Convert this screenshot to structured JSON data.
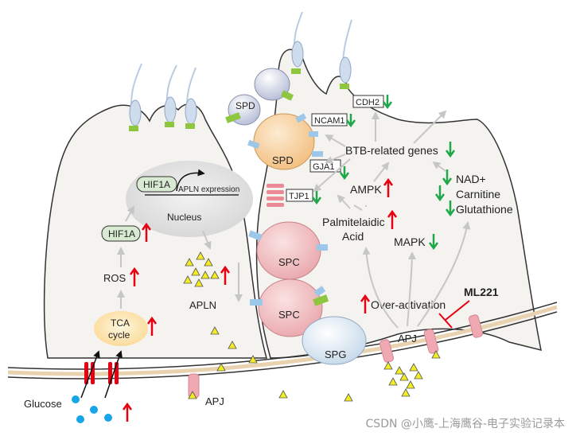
{
  "labels": {
    "spd_top": "SPD",
    "spd_mid": "SPD",
    "spc_top": "SPC",
    "spc_bottom": "SPC",
    "spg": "SPG",
    "ncam1": "NCAM1",
    "cdh2": "CDH2",
    "gja1": "GJA1",
    "tjp1": "TJP1",
    "btb_genes": "BTB-related genes",
    "ampk": "AMPK",
    "palmitelaidic_line1": "Palmitelaidic",
    "palmitelaidic_line2": "Acid",
    "mapk": "MAPK",
    "nad": "NAD+",
    "carnitine": "Carnitine",
    "glutathione": "Glutathione",
    "over_activation": "Over-activation",
    "ml221": "ML221",
    "apj_right": "APJ",
    "apj_bottom": "APJ",
    "hif1a_nucleus": "HIF1A",
    "apln_expression": "APLN expression",
    "nucleus": "Nucleus",
    "hif1a": "HIF1A",
    "ros": "ROS",
    "tca_line1": "TCA",
    "tca_line2": "cycle",
    "apln": "APLN",
    "glucose": "Glucose"
  },
  "watermark": "CSDN @小鹰-上海鹰谷-电子实验记录本",
  "colors": {
    "up_arrow": "#e60012",
    "down_arrow": "#1fa84a",
    "sertoli_fill": "#f5f3ef",
    "membrane": "#e9d2b0",
    "spd_fill": "#f9d7a8",
    "spc_fill": "#f2c1c4",
    "spg_fill": "#dce8f2",
    "apln_triangle": "#f3ec21",
    "glucose_dot": "#16a6e8",
    "tca_fill": "#fde9b6",
    "hif1a_fill": "#d8ead1"
  }
}
